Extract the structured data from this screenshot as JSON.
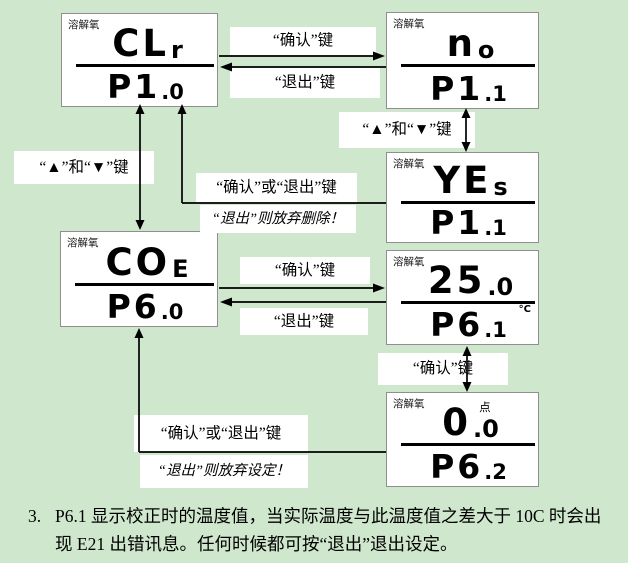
{
  "lcds": [
    {
      "brand": "溶解氧",
      "top_main": "CL",
      "top_small": "r",
      "bottom_main": "P1",
      "bottom_small": ".0"
    },
    {
      "brand": "溶解氧",
      "top_main": "n",
      "top_small": "o",
      "bottom_main": "P1",
      "bottom_small": ".1"
    },
    {
      "brand": "溶解氧",
      "top_main": "YE",
      "top_small": "s",
      "bottom_main": "P1",
      "bottom_small": ".1"
    },
    {
      "brand": "溶解氧",
      "top_main": "CO",
      "top_small": "E",
      "bottom_main": "P6",
      "bottom_small": ".0"
    },
    {
      "brand": "溶解氧",
      "top_main": "25",
      "top_small": ".0",
      "unit": "°C",
      "bottom_main": "P6",
      "bottom_small": ".1"
    },
    {
      "brand": "溶解氧",
      "top_main": "0",
      "top_small": ".0",
      "badge": "点",
      "bottom_main": "P6",
      "bottom_small": ".2"
    }
  ],
  "key_labels": {
    "confirm_top": "“确认”键",
    "exit_top": "“退出”键",
    "updown_right": "“▲”和“▼”键",
    "updown_left": "“▲”和“▼”键",
    "confirm_or_exit_mid": "“确认”或“退出”键",
    "discard_delete": "“退出”则放弃删除！",
    "confirm_mid": "“确认”键",
    "exit_mid": "“退出”键",
    "confirm_right": "“确认”键",
    "confirm_or_exit_bottom": "“确认”或“退出”键",
    "discard_setting": "“退出”则放弃设定！"
  },
  "note": {
    "index": "3.",
    "text": "P6.1 显示校正时的温度值，当实际温度与此温度值之差大于 10C 时会出现 E21 出错讯息。任何时候都可按“退出”退出设定。"
  },
  "colors": {
    "background": "#cfe7cc",
    "lcd_border": "#8f8f8f",
    "line": "#000000",
    "label_bg": "#ffffff"
  }
}
